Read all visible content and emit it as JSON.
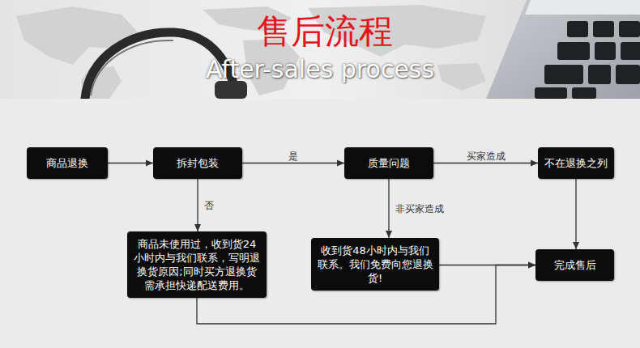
{
  "diagram": {
    "title": "售后流程",
    "nodes": [
      {
        "text": [
          "商品退换"
        ]
      },
      {
        "text": [
          "拆封包装"
        ]
      },
      {
        "text": [
          "质量问题"
        ]
      },
      {
        "text": [
          "不在退换之列"
        ]
      },
      {
        "text": [
          "商品未使用过，收到货24小时内与我们联系，写明退换货原因;同时买方退换货需承担快递配送费用。"
        ]
      },
      {
        "text": [
          "收到货48小时内与我们联系。我们免费向您退换货!"
        ]
      },
      {
        "text": [
          "完成售后"
        ]
      }
    ],
    "edges": [
      {
        "from": 0,
        "to": 1,
        "arrow": "to"
      },
      {
        "from": 1,
        "to": 2,
        "label": "是",
        "arrow": "to"
      },
      {
        "from": 2,
        "to": 3,
        "label": "买家造成",
        "arrow": "to"
      },
      {
        "from": 1,
        "to": 4,
        "label": "否",
        "arrow": "to"
      },
      {
        "from": 2,
        "to": 5,
        "label": "非买家造成",
        "arrow": "to"
      },
      {
        "from": 3,
        "to": 6,
        "arrow": "to"
      },
      {
        "from": 5,
        "to": 6,
        "arrow": "to"
      },
      {
        "from": 4,
        "to": 6,
        "arrow": "to"
      }
    ],
    "labels": [
      "After-sales process"
    ]
  }
}
